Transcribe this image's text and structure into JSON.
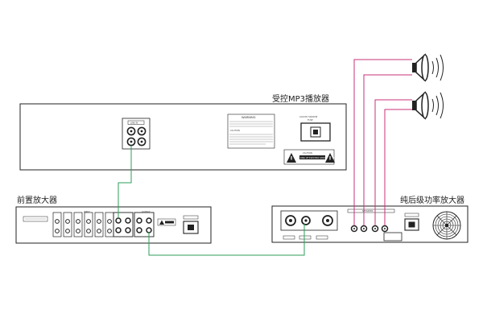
{
  "devices": {
    "mp3_player": {
      "title": "受控MP3播放器",
      "line_in_label": "LINE IN",
      "warning_title": "WARNING",
      "warning_text": "TO REDUCE THE RISK OF FIRE OR ELECTRIC SHOCK DO NOT EXPOSE THIS EQUIPMENT TO RAIN OR MOISTURE",
      "caution_heading": "CAUTION",
      "caution_text": "NO USER SERVICEABLE PARTS INSIDE REFER SERVICING TO QUALIFIED PERSONNEL",
      "power_label": "AC220V 50/60HZ",
      "fuse_label": "FUSE",
      "caution_plate_title": "CAUTION",
      "caution_plate_text": "RISK OF ELECTRIC SHOCK DO NOT OPEN"
    },
    "preamp": {
      "title": "前置放大器",
      "input_label": "INPUT",
      "output_label": "OUTPUT"
    },
    "power_amp": {
      "title": "纯后级功率放大器",
      "speaker_label": "SPEAKERS"
    }
  },
  "colors": {
    "audio_signal_line": "#2e9e5a",
    "speaker_line": "#c8327a",
    "outline": "#222222"
  },
  "icons": [
    "speaker-icon",
    "speaker-icon",
    "warning-triangle-icon",
    "power-socket-icon",
    "cooling-fan-icon",
    "rca-jack-icon",
    "xlr-jack-icon"
  ]
}
